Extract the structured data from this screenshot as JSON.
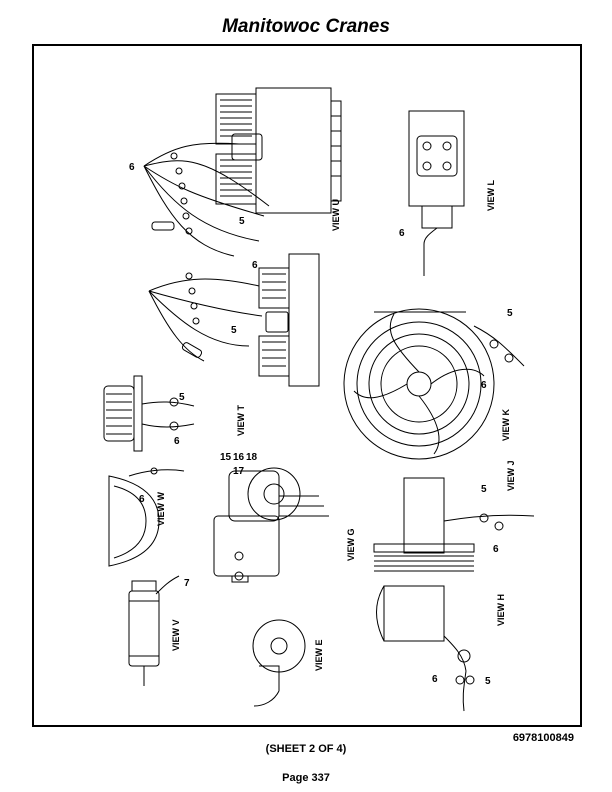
{
  "header": {
    "title": "Manitowoc Cranes"
  },
  "footer": {
    "drawing_number": "6978100849",
    "sheet": "(SHEET 2 OF 4)",
    "page": "Page 337"
  },
  "views": {
    "U": {
      "letter": "U"
    },
    "L": {
      "letter": "L"
    },
    "K": {
      "letter": "K"
    },
    "T": {
      "letter": "T"
    },
    "W": {
      "letter": "W"
    },
    "G": {
      "letter": "G"
    },
    "J": {
      "letter": "J"
    },
    "V": {
      "letter": "V"
    },
    "E": {
      "letter": "E"
    },
    "H": {
      "letter": "H"
    }
  },
  "callouts": {
    "u_6": "6",
    "u_5": "5",
    "mid_6": "6",
    "mid_5": "5",
    "l_6": "6",
    "k_5": "5",
    "k_6": "6",
    "t_5": "5",
    "t_6": "6",
    "w_6": "6",
    "g_15": "15",
    "g_16": "16",
    "g_17": "17",
    "g_18": "18",
    "j_5": "5",
    "j_6": "6",
    "v_7": "7",
    "h_6": "6",
    "h_5": "5"
  }
}
